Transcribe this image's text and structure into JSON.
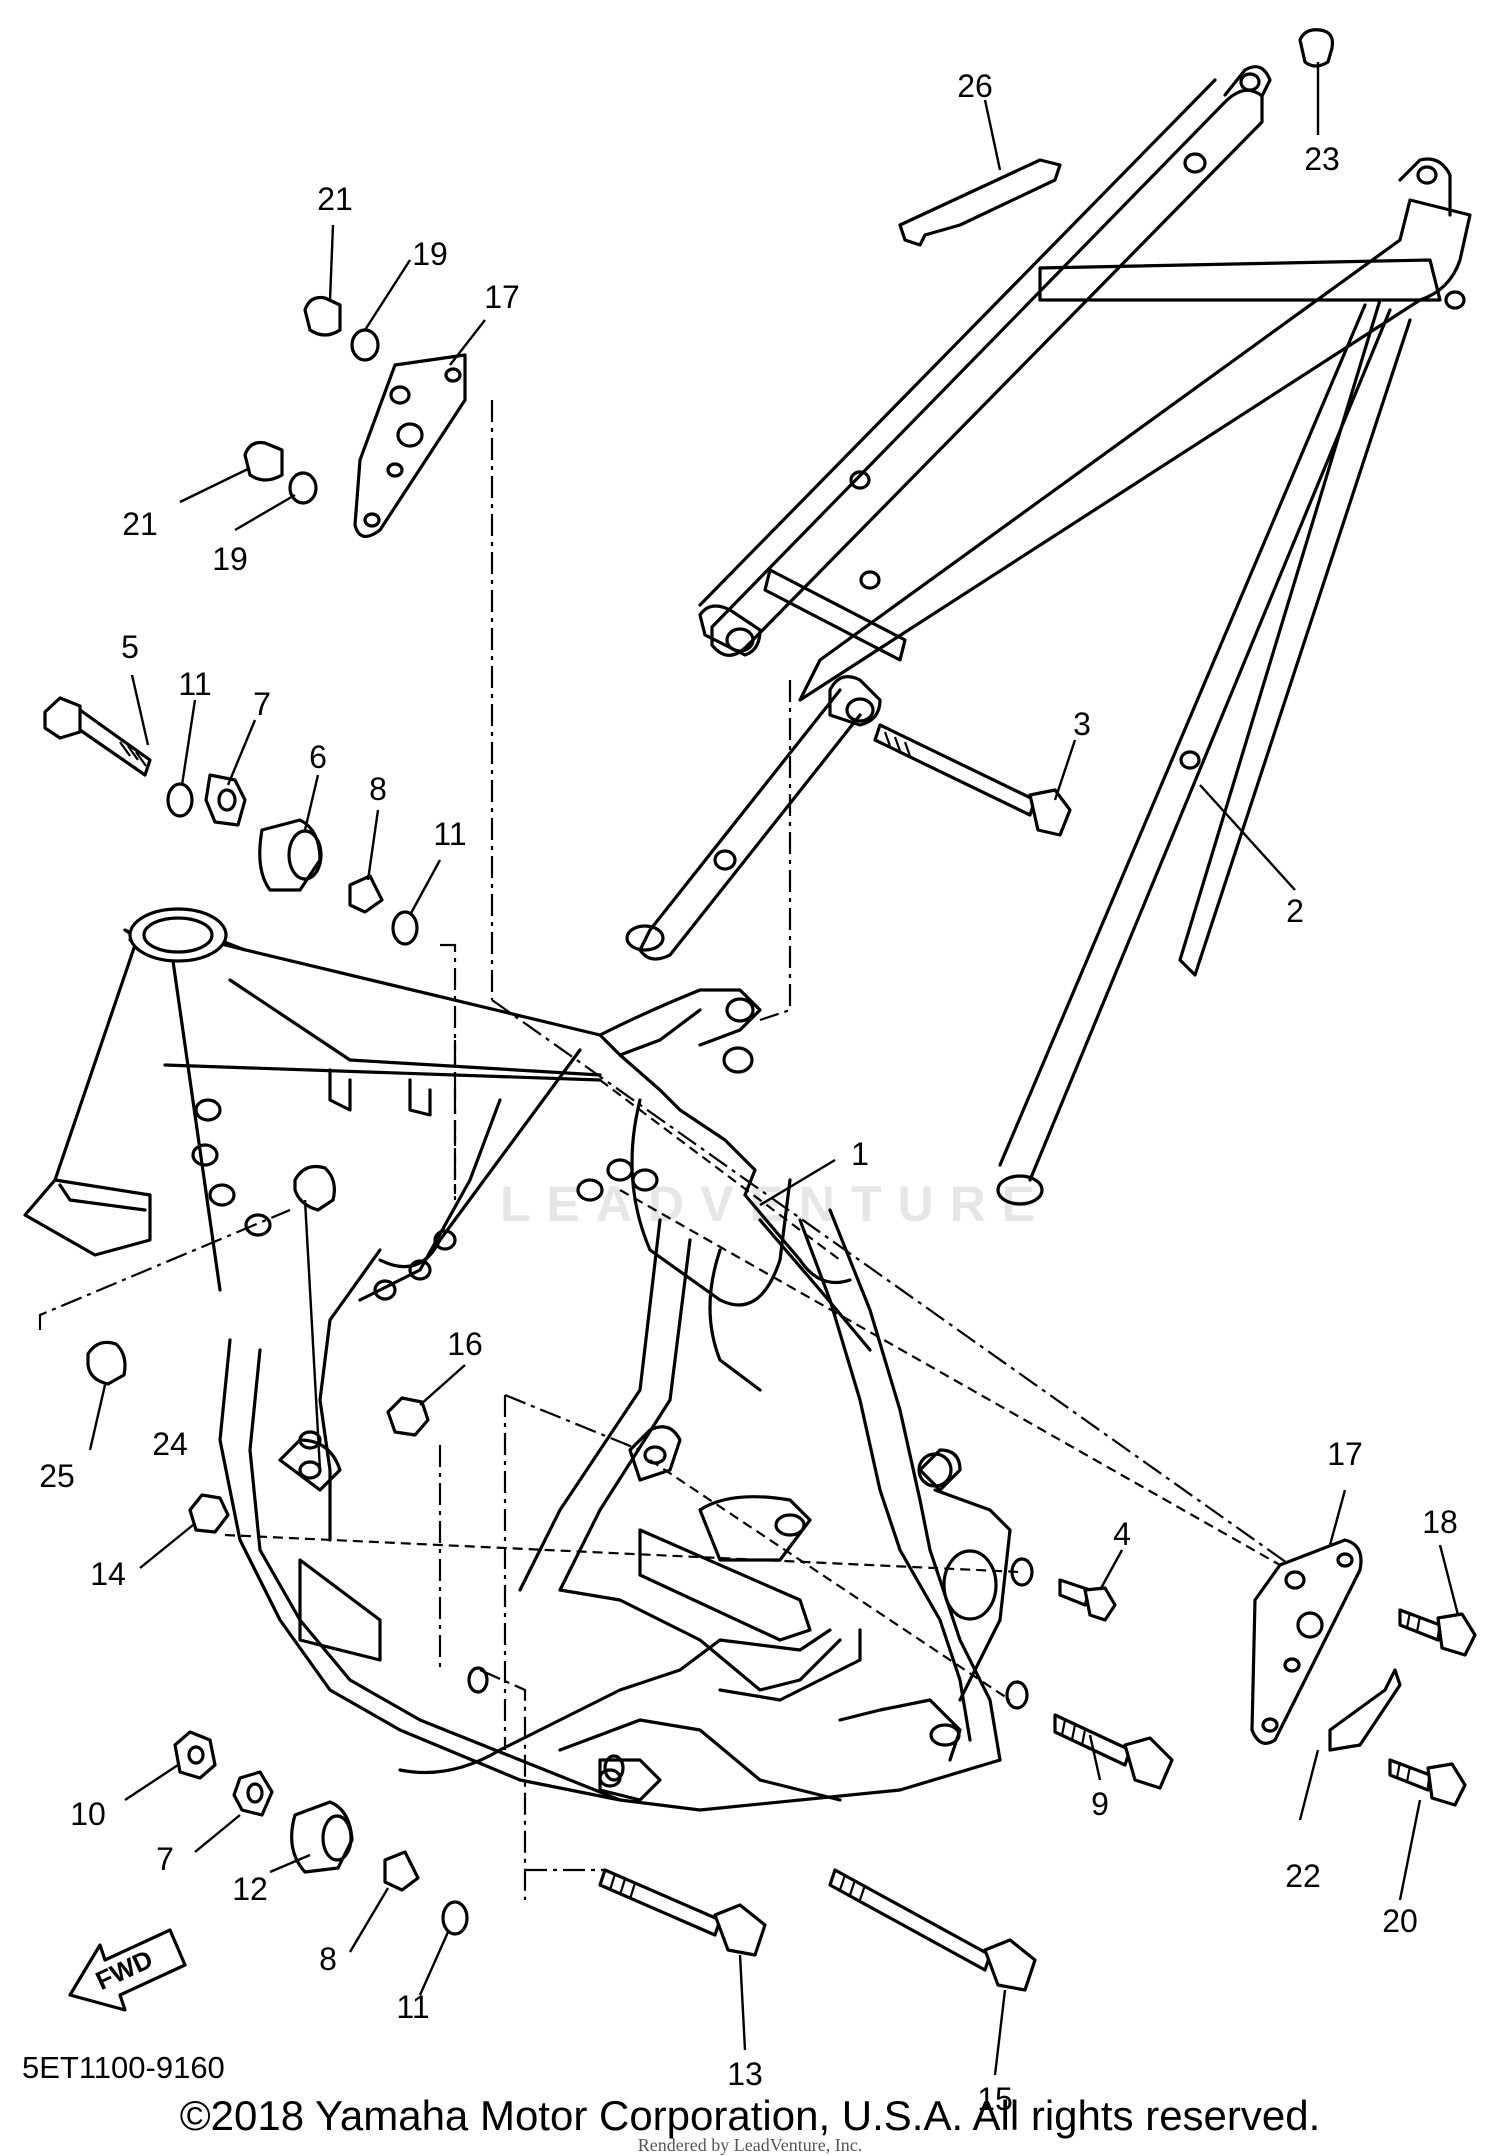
{
  "callouts": [
    {
      "id": "c1",
      "label": "1"
    },
    {
      "id": "c2",
      "label": "2"
    },
    {
      "id": "c3",
      "label": "3"
    },
    {
      "id": "c4",
      "label": "4"
    },
    {
      "id": "c5",
      "label": "5"
    },
    {
      "id": "c6",
      "label": "6"
    },
    {
      "id": "c7a",
      "label": "7"
    },
    {
      "id": "c7b",
      "label": "7"
    },
    {
      "id": "c8a",
      "label": "8"
    },
    {
      "id": "c8b",
      "label": "8"
    },
    {
      "id": "c9",
      "label": "9"
    },
    {
      "id": "c10",
      "label": "10"
    },
    {
      "id": "c11a",
      "label": "11"
    },
    {
      "id": "c11b",
      "label": "11"
    },
    {
      "id": "c11c",
      "label": "11"
    },
    {
      "id": "c12",
      "label": "12"
    },
    {
      "id": "c13",
      "label": "13"
    },
    {
      "id": "c14",
      "label": "14"
    },
    {
      "id": "c15",
      "label": "15"
    },
    {
      "id": "c16",
      "label": "16"
    },
    {
      "id": "c17a",
      "label": "17"
    },
    {
      "id": "c17b",
      "label": "17"
    },
    {
      "id": "c18",
      "label": "18"
    },
    {
      "id": "c19a",
      "label": "19"
    },
    {
      "id": "c19b",
      "label": "19"
    },
    {
      "id": "c20",
      "label": "20"
    },
    {
      "id": "c21a",
      "label": "21"
    },
    {
      "id": "c21b",
      "label": "21"
    },
    {
      "id": "c22",
      "label": "22"
    },
    {
      "id": "c23",
      "label": "23"
    },
    {
      "id": "c24",
      "label": "24"
    },
    {
      "id": "c25",
      "label": "25"
    },
    {
      "id": "c26",
      "label": "26"
    }
  ],
  "fwd_arrow_label": "FWD",
  "diagram_code": "5ET1100-9160",
  "copyright": "©2018 Yamaha Motor Corporation, U.S.A. All rights reserved.",
  "rendered_by": "Rendered by LeadVenture, Inc.",
  "watermark": "LEADVENTURE"
}
